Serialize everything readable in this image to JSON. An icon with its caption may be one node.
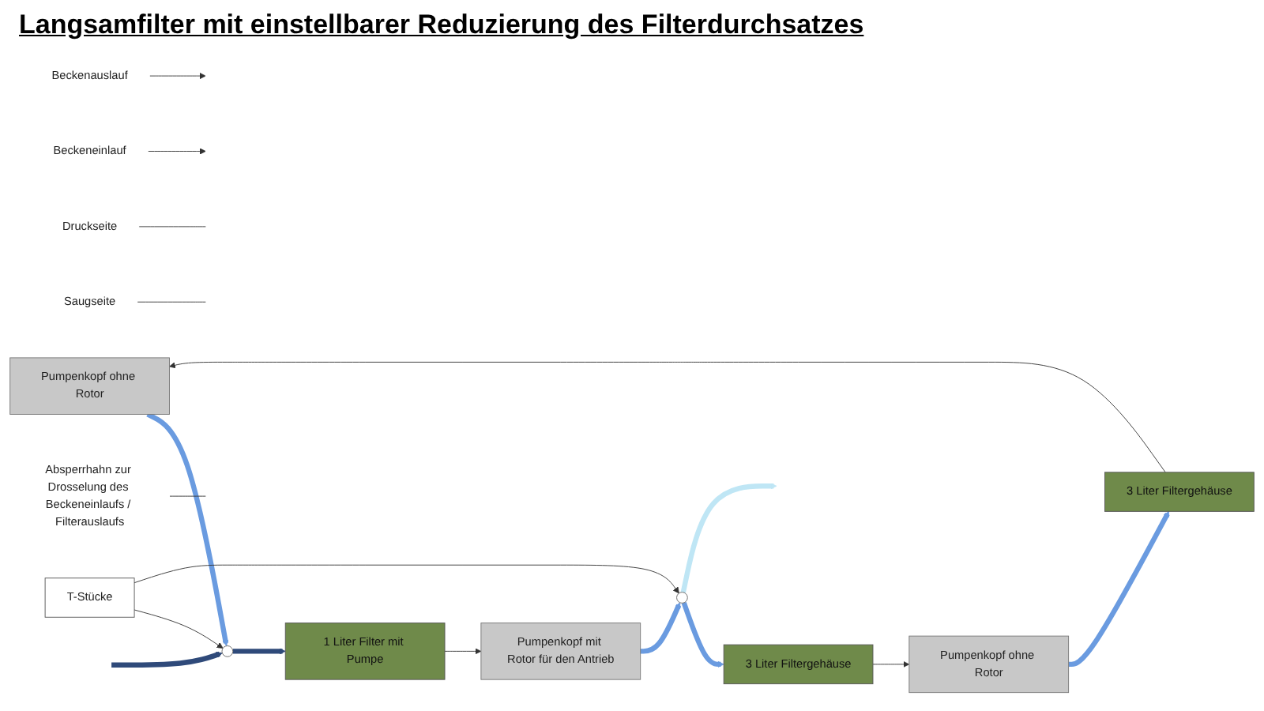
{
  "diagram": {
    "title": "Langsamfilter mit einstellbarer Reduzierung des Filterdurchsatzes",
    "nodes": [
      {
        "text": [
          "Pumpenkopf ohne Rotor"
        ]
      },
      {
        "text": [
          "3 Liter Filtergehäuse"
        ]
      },
      {
        "text": [
          "Pumpenkopf mit Rotor für den Antrieb"
        ]
      },
      {
        "text": [
          "1 Liter Filter mit Pumpe"
        ]
      },
      {
        "text": [
          "Pumpenkopf ohne Rotor"
        ]
      },
      {
        "text": [
          "3 Liter Filtergehäuse"
        ]
      },
      {
        "text": [],
        "shape": "circle"
      },
      {
        "text": [],
        "shape": "circle"
      },
      {
        "text": [
          "T-Stücke"
        ]
      },
      {
        "text": [
          "Beckenauslauf"
        ]
      },
      {
        "text": [
          "Druckseite"
        ]
      },
      {
        "text": [
          "Beckeneinlauf"
        ]
      },
      {
        "text": [
          "Saugseite"
        ]
      },
      {
        "text": [
          "Absperrhahn zur Drosselung des Beckeneinlaufs / Filterauslaufs"
        ]
      }
    ],
    "edges": [
      {
        "from": 1,
        "to": 0,
        "arrow": "to"
      },
      {
        "from": 3,
        "to": 2,
        "arrow": "to"
      },
      {
        "from": 5,
        "to": 4,
        "arrow": "to"
      },
      {
        "from": null,
        "to": 6,
        "arrow": "to",
        "style": "thick",
        "color": "#2f4a7a"
      },
      {
        "from": 0,
        "to": 6,
        "arrow": "to",
        "style": "thick",
        "color": "#6a9be0"
      },
      {
        "from": 6,
        "to": 3,
        "arrow": "to",
        "style": "thick",
        "color": "#2f4a7a"
      },
      {
        "from": 2,
        "to": 7,
        "arrow": "to",
        "style": "thick",
        "color": "#6a9be0"
      },
      {
        "from": 7,
        "to": 5,
        "arrow": "to",
        "style": "thick",
        "color": "#6a9be0"
      },
      {
        "from": 7,
        "to": null,
        "arrow": "to",
        "style": "thick",
        "color": "#bfe6f5"
      },
      {
        "from": 4,
        "to": 1,
        "arrow": "to",
        "style": "thick",
        "color": "#6a9be0"
      },
      {
        "from": 9,
        "to": null,
        "arrow": "to"
      },
      {
        "from": 11,
        "to": null,
        "arrow": "to"
      },
      {
        "from": 10,
        "to": null,
        "arrow": "none"
      },
      {
        "from": 12,
        "to": null,
        "arrow": "none"
      },
      {
        "from": 8,
        "to": 6,
        "arrow": "to"
      },
      {
        "from": 8,
        "to": 7,
        "arrow": "to"
      },
      {
        "from": 13,
        "to": null,
        "arrow": "none"
      }
    ]
  }
}
